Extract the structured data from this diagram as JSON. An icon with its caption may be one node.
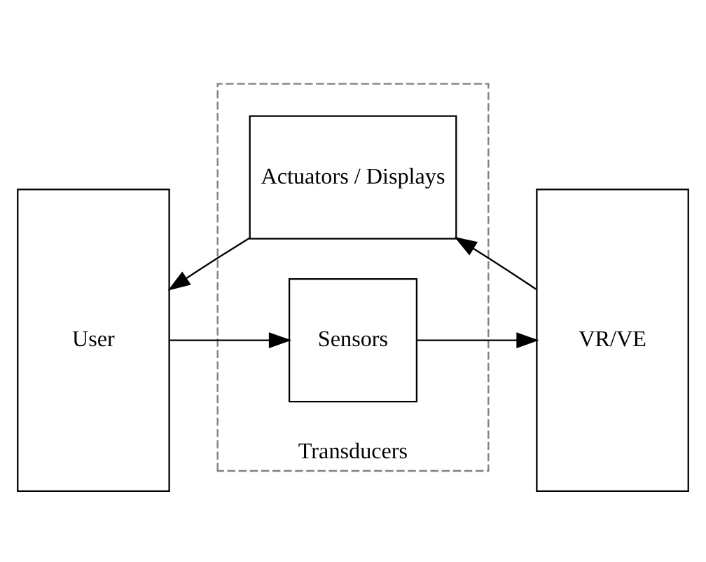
{
  "diagram": {
    "nodes": [
      {
        "text": [
          "User"
        ]
      },
      {
        "text": [
          "Transducers"
        ]
      },
      {
        "text": [
          "Actuators / Displays"
        ],
        "in": 1
      },
      {
        "text": [
          "Sensors"
        ],
        "in": 1
      },
      {
        "text": [
          "VR/VE"
        ]
      }
    ],
    "edges": [
      {
        "from": 4,
        "to": 2,
        "arrow": "to"
      },
      {
        "from": 2,
        "to": 0,
        "arrow": "to"
      },
      {
        "from": 0,
        "to": 3,
        "arrow": "to"
      },
      {
        "from": 3,
        "to": 4,
        "arrow": "to"
      }
    ]
  }
}
